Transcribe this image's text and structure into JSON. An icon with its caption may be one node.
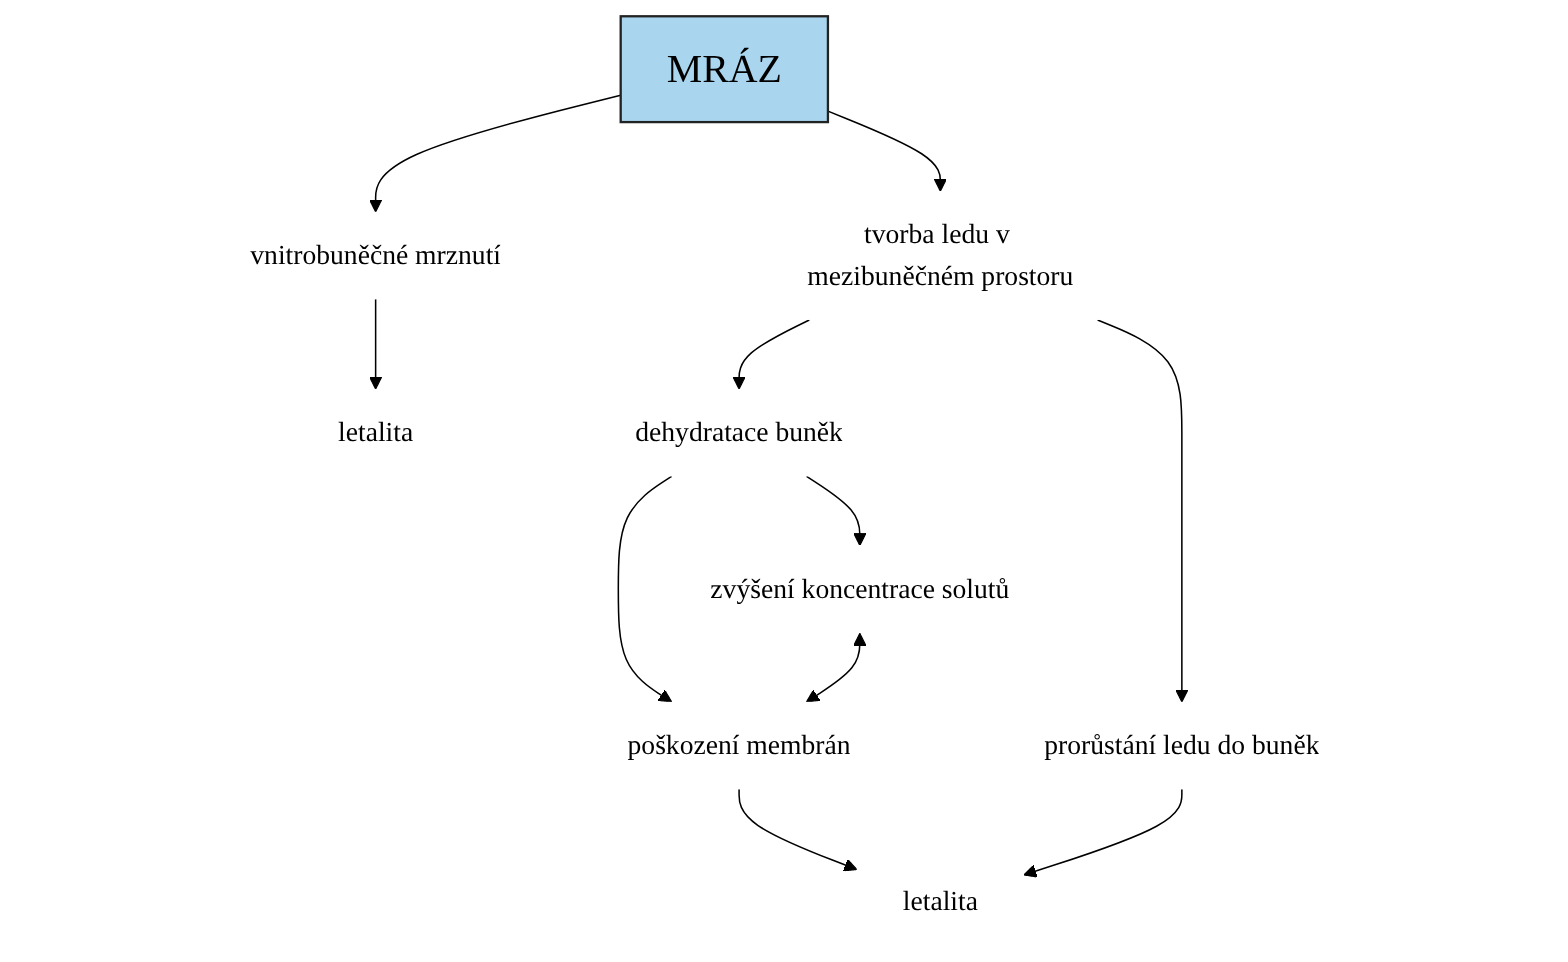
{
  "diagram": {
    "nodes": [
      {
        "text": [
          "MRÁZ"
        ]
      },
      {
        "text": [
          "vnitrobuněčné mrznutí"
        ]
      },
      {
        "text": [
          "letalita"
        ]
      },
      {
        "text": [
          "tvorba ledu v mezibuněčném prostoru"
        ]
      },
      {
        "text": [
          "dehydratace buněk"
        ]
      },
      {
        "text": [
          "prorůstání ledu do buněk"
        ]
      },
      {
        "text": [
          "zvýšení koncentrace solutů"
        ]
      },
      {
        "text": [
          "poškození membrán"
        ]
      },
      {
        "text": [
          "letalita"
        ]
      }
    ],
    "edges": [
      {
        "from": 0,
        "to": 1,
        "arrow": "to"
      },
      {
        "from": 1,
        "to": 2,
        "arrow": "to"
      },
      {
        "from": 0,
        "to": 3,
        "arrow": "to"
      },
      {
        "from": 3,
        "to": 4,
        "arrow": "to"
      },
      {
        "from": 3,
        "to": 5,
        "arrow": "to"
      },
      {
        "from": 4,
        "to": 6,
        "arrow": "to"
      },
      {
        "from": 4,
        "to": 7,
        "arrow": "to"
      },
      {
        "from": 6,
        "to": 7,
        "arrow": "both"
      },
      {
        "from": 7,
        "to": 8,
        "arrow": "to"
      },
      {
        "from": 5,
        "to": 8,
        "arrow": "to"
      }
    ]
  }
}
